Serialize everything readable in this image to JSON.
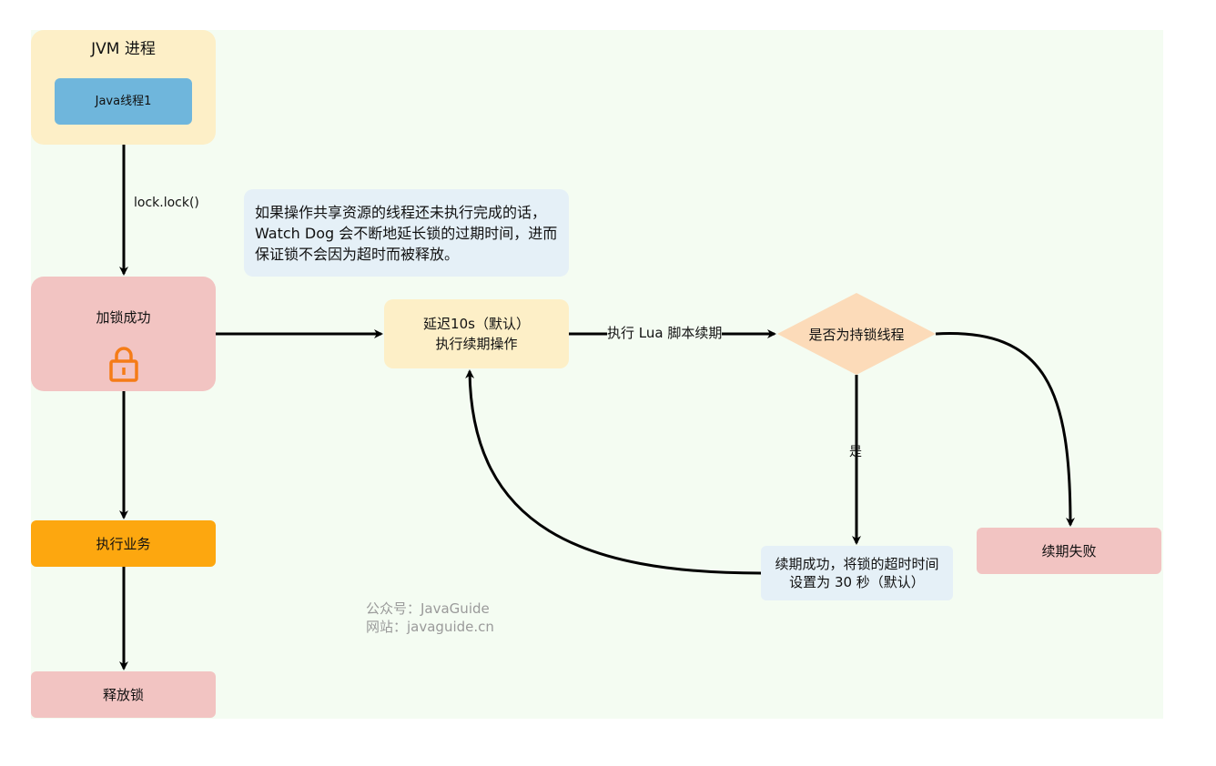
{
  "diagram": {
    "jvm_process": "JVM 进程",
    "java_thread": "Java线程1",
    "lock_call": "lock.lock()",
    "lock_success": "加锁成功",
    "execute_business": "执行业务",
    "release_lock": "释放锁",
    "note": "如果操作共享资源的线程还未执行完成的话，Watch Dog 会不断地延长锁的过期时间，进而保证锁不会因为超时而被释放。",
    "delay_renew": "延迟10s（默认）\n执行续期操作",
    "lua_renew": "执行 Lua 脚本续期",
    "is_lock_holder": "是否为持锁线程",
    "yes": "是",
    "renew_success": "续期成功，将锁的超时时间\n设置为 30 秒（默认）",
    "renew_fail": "续期失败",
    "watermark": "公众号：JavaGuide\n网站：javaguide.cn"
  },
  "colors": {
    "canvas": "#f4fcf2",
    "yellow": "#fdefc7",
    "blue": "#6fb6dc",
    "pink": "#f2c4c2",
    "orange": "#fda70f",
    "light_blue": "#e5f0f7",
    "diamond": "#fcdbb9",
    "lock_icon": "#f57c17"
  }
}
